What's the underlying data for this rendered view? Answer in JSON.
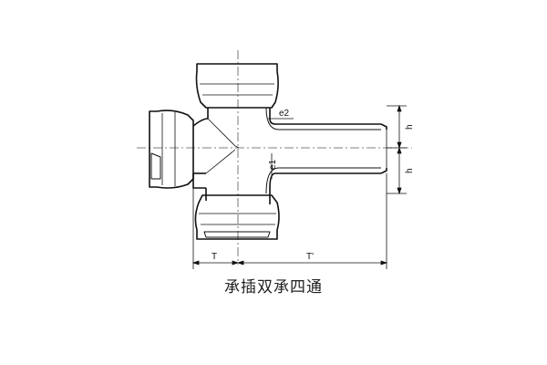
{
  "drawing": {
    "labels": {
      "e1": "e1",
      "e2": "e2",
      "h_top": "h",
      "h_bottom": "h",
      "T": "T",
      "T_prime": "T'"
    },
    "caption": "承插双承四通"
  }
}
